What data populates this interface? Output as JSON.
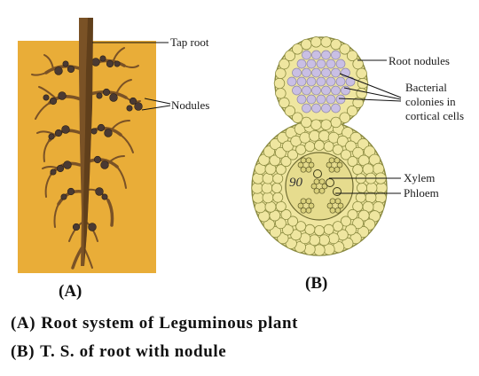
{
  "diagram": {
    "panel_a": {
      "letter": "(A)",
      "labels": {
        "tap_root": "Tap root",
        "nodules": "Nodules"
      }
    },
    "panel_b": {
      "letter": "(B)",
      "labels": {
        "root_nodules": "Root nodules",
        "bacterial_1": "Bacterial",
        "bacterial_2": "colonies in",
        "bacterial_3": "cortical cells",
        "xylem": "Xylem",
        "phloem": "Phloem",
        "center_mark": "90"
      }
    },
    "colors": {
      "soil": "#e9ad38",
      "root": "#7a5226",
      "root_dark": "#4a3012",
      "nodule": "#4a3a33",
      "cell_fill": "#efe6a0",
      "cell_edge": "#8a8a40",
      "bacteria": "#c9bfe4",
      "stele": "#e6dc8e"
    }
  },
  "captions": [
    {
      "tag": "(A)",
      "text": "Root system of Leguminous plant"
    },
    {
      "tag": "(B)",
      "text": "T. S. of root with nodule"
    }
  ]
}
